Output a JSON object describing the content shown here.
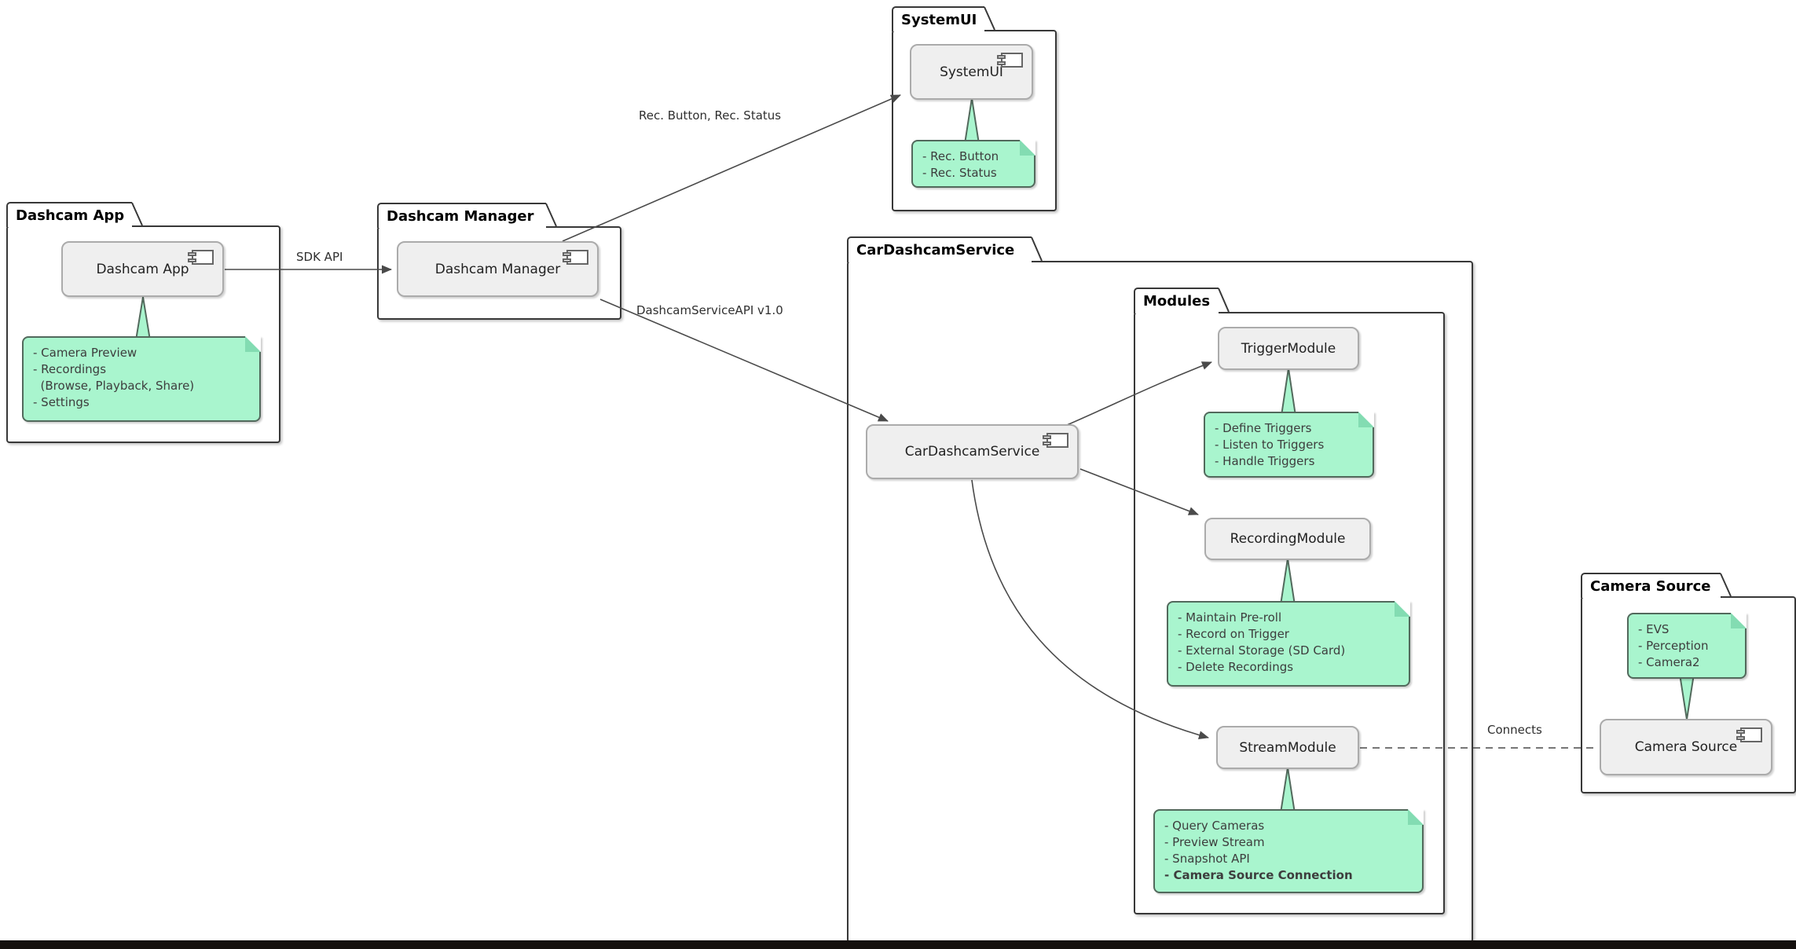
{
  "diagram": {
    "packages": {
      "dashcam_app": {
        "title": "Dashcam App",
        "component": "Dashcam App"
      },
      "dashcam_manager": {
        "title": "Dashcam Manager",
        "component": "Dashcam Manager"
      },
      "system_ui": {
        "title": "SystemUI",
        "component": "SystemUI"
      },
      "car_dashcam_service": {
        "title": "CarDashcamService",
        "component": "CarDashcamService"
      },
      "modules": {
        "title": "Modules",
        "trigger": "TriggerModule",
        "recording": "RecordingModule",
        "stream": "StreamModule"
      },
      "camera_source": {
        "title": "Camera Source",
        "component": "Camera Source"
      }
    },
    "notes": {
      "dashcam_app": {
        "lines": [
          "- Camera Preview",
          "- Recordings",
          "  (Browse, Playback, Share)",
          "- Settings"
        ]
      },
      "system_ui": {
        "lines": [
          "- Rec. Button",
          "- Rec. Status"
        ]
      },
      "trigger": {
        "lines": [
          "- Define Triggers",
          "- Listen to Triggers",
          "- Handle Triggers"
        ]
      },
      "recording": {
        "lines": [
          "- Maintain Pre-roll",
          "- Record on Trigger",
          "- External Storage (SD Card)",
          "- Delete Recordings"
        ]
      },
      "stream": {
        "lines": [
          "- Query Cameras",
          "- Preview Stream",
          "- Snapshot API",
          "- Camera Source Connection"
        ]
      },
      "camera_source": {
        "lines": [
          "- EVS",
          "- Perception",
          "- Camera2"
        ]
      }
    },
    "edge_labels": {
      "sdk_api": "SDK API",
      "rec_button_status": "Rec. Button, Rec. Status",
      "dashcam_service_api": "DashcamServiceAPI v1.0",
      "connects": "Connects"
    },
    "colors": {
      "note_fill": "#A9F5CE",
      "note_border": "#52695C",
      "component_fill": "#EFEFEF",
      "component_border": "#ABABAB",
      "package_border": "#383838",
      "edge": "#4A4A4A"
    }
  }
}
